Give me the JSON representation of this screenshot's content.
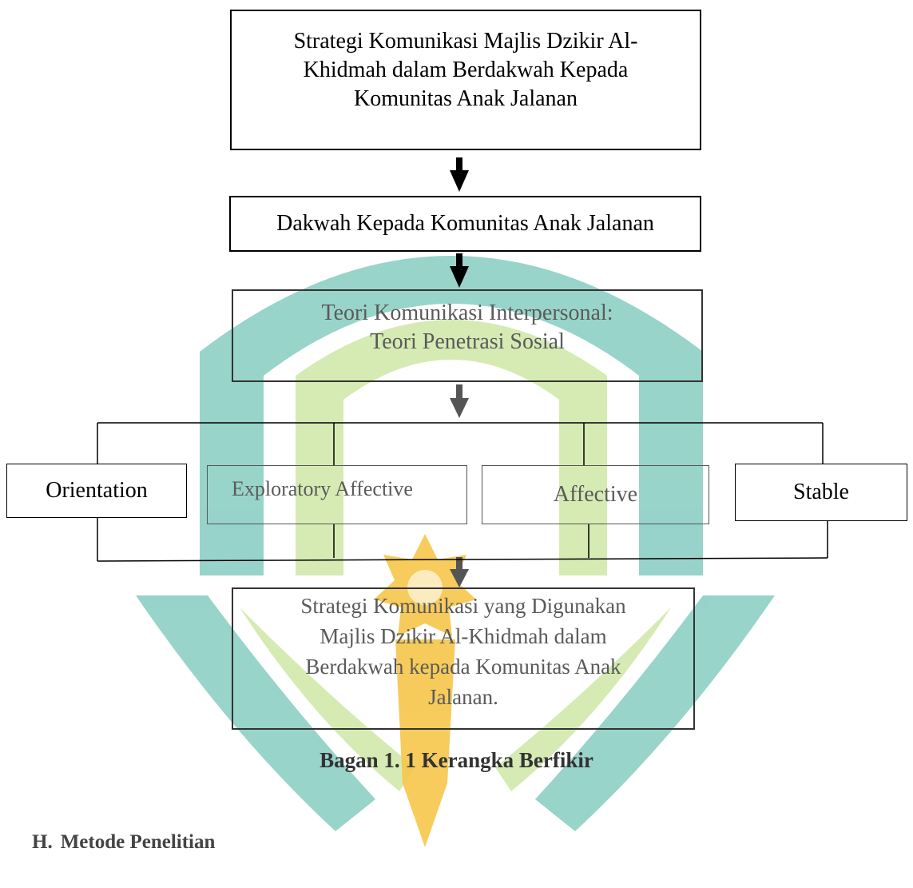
{
  "diagram": {
    "box_top": [
      "Strategi Komunikasi Majlis Dzikir Al-",
      "Khidmah dalam Berdakwah Kepada",
      "Komunitas Anak Jalanan"
    ],
    "box_dakwah": "Dakwah Kepada Komunitas Anak Jalanan",
    "box_theory": [
      "Teori Komunikasi Interpersonal:",
      "Teori Penetrasi Sosial"
    ],
    "stages": [
      "Orientation",
      "Exploratory Affective",
      "Affective",
      "Stable"
    ],
    "box_result": [
      "Strategi Komunikasi yang Digunakan",
      "Majlis Dzikir Al-Khidmah dalam",
      "Berdakwah kepada Komunitas Anak",
      "Jalanan."
    ]
  },
  "caption": "Bagan 1. 1 Kerangka Berfikir",
  "section_heading": {
    "number": "H.",
    "title": "Metode Penelitian"
  },
  "colors": {
    "watermark_teal": "#5fbcae",
    "watermark_green": "#c5e39a",
    "watermark_yellow": "#f7c948"
  }
}
